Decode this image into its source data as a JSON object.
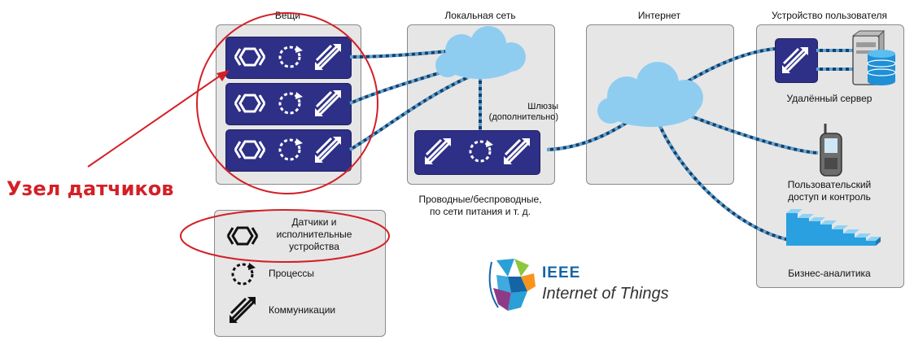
{
  "sections": {
    "things": "Вещи",
    "local_network": "Локальная сеть",
    "internet": "Интернет",
    "user_devices": "Устройство пользователя"
  },
  "gateways_label_1": "Шлюзы",
  "gateways_label_2": "(дополнительно)",
  "network_caption_1": "Проводные/беспроводные,",
  "network_caption_2": "по сети питания и т. д.",
  "remote_server": "Удалённый сервер",
  "user_access_1": "Пользовательский",
  "user_access_2": "доступ и контроль",
  "business_analytics": "Бизнес-аналитика",
  "sensor_node_label": "Узел датчиков",
  "legend": {
    "sensors_1": "Датчики и",
    "sensors_2": "исполнительные",
    "sensors_3": "устройства",
    "processes": "Процессы",
    "communications": "Коммуникации"
  },
  "brand": {
    "name": "IEEE",
    "tagline": "Internet of Things"
  },
  "colors": {
    "node_blue": "#2e2f86",
    "panel_gray": "#e6e6e6",
    "cloud_blue": "#8fcdf0",
    "link_dark": "#1c3d66",
    "link_light": "#5aa6d6",
    "annotation_red": "#d32027",
    "analytics_blue": "#2aa0e0"
  }
}
